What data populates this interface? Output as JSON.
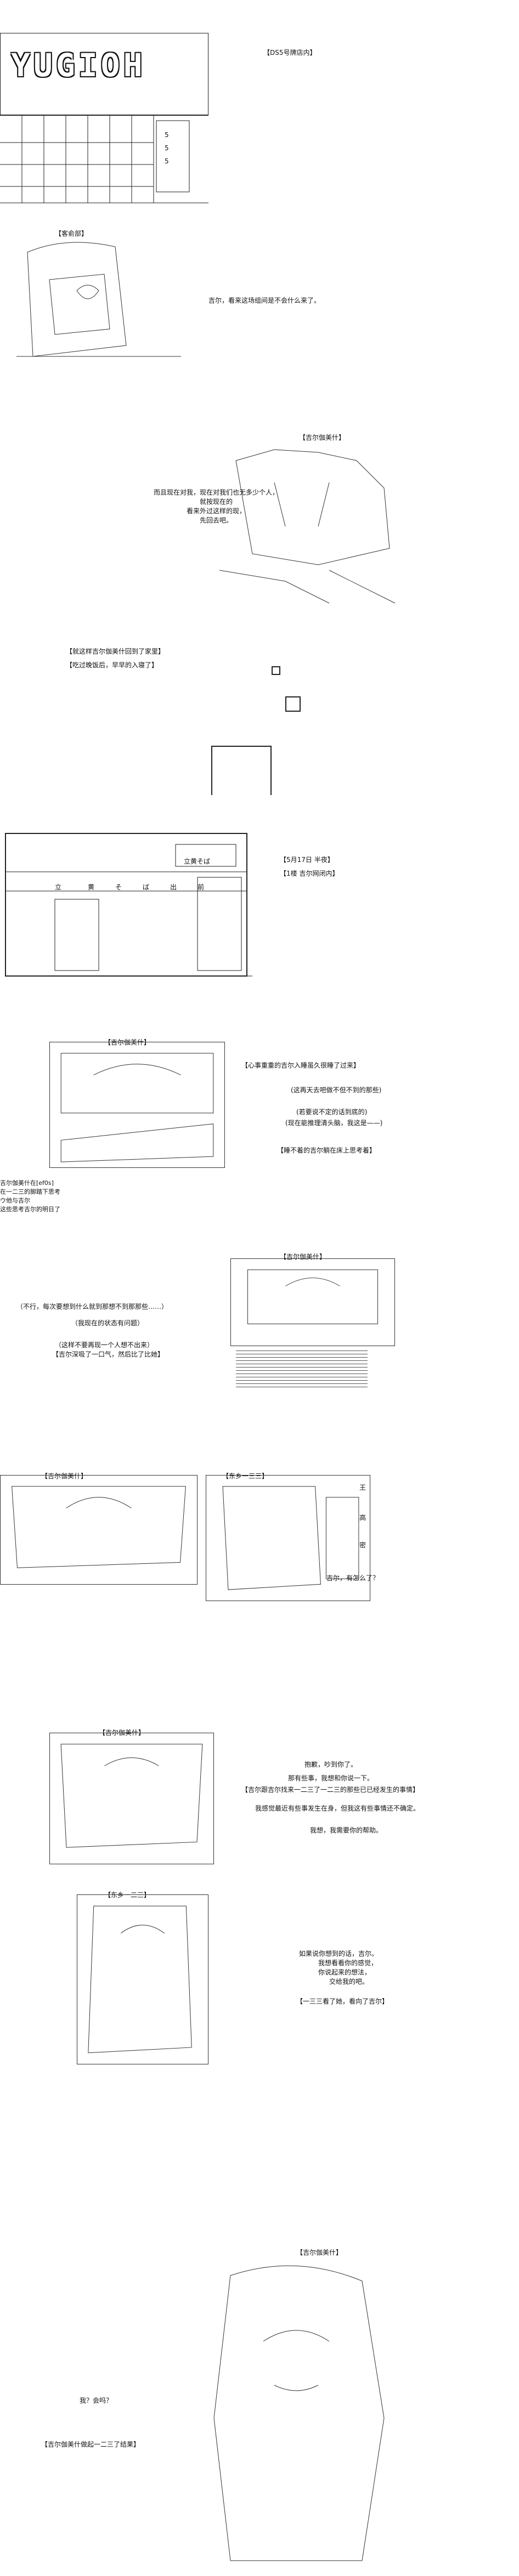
{
  "panel1": {
    "sign_text": "YUGIOH",
    "shop_label": "【DS5号牌店内】",
    "board_numbers": [
      "5",
      "5",
      "5"
    ]
  },
  "panel2": {
    "place_label": "【客俞部】",
    "line1": "吉尔，看来这场组间是不会什么来了。"
  },
  "panel3": {
    "name_label": "【吉尔伽美什】",
    "speech": "而且现在对我，现在对我们也无多少个人，\n就按现在的\n看来外过这样的现，\n先回去吧。"
  },
  "panel4": {
    "caption1": "【就这样吉尔伽美什回到了家里】",
    "caption2": "【吃过晚饭后，早早的入寝了】"
  },
  "panel5": {
    "date_label": "【5月17日 半夜】",
    "place_label": "【1楼 吉尔网闭内】",
    "shop_sign": "立黄そば",
    "shop_chars": [
      "立",
      "黄",
      "そ",
      "ば",
      "出",
      "前"
    ]
  },
  "panel6": {
    "name_label": "【吉尔伽美什】",
    "caption": "【心事重重的吉尔入睡虽久很睡了过来】",
    "lines": [
      "(这再天去吧做不但不到的那些)",
      "(若要说不定的话到底的)",
      "(现在能推理清头脑，我这是——)",
      "【睡不着的吉尔躺在床上思考着】"
    ],
    "side_notes": [
      "吉尔伽美什在[ef0s]",
      "在一二三的脚踏下思考",
      "ウ他与吉尔",
      "这些思考吉尔的明日了"
    ]
  },
  "panel7": {
    "name_label": "【吉尔伽美什】",
    "lines": [
      "（不行，每次要想到什么就到那想不到那那些……）",
      "（我现在的状态有问题）",
      "（这样不要再现一个人想不出来）",
      "【吉尔深吸了一口气，然后比了比她】"
    ]
  },
  "panel8": {
    "name_left": "【吉尔伽美什】",
    "name_right": "【东乡一三三】",
    "speech": "吉尔，有怎么了？",
    "box_labels": [
      "王",
      "高",
      "密"
    ]
  },
  "panel9": {
    "name_label": "【吉尔伽美什】",
    "lines": [
      "抱歉，吵到你了。",
      "那有些事，我想和你说一下。",
      "【吉尔跟吉尔找来一二三了一二三的那些已已经发生的事情】",
      "我感觉最近有些事发生在身，但我这有些事情还不确定。",
      "我想，我需要你的帮助。"
    ]
  },
  "panel10": {
    "name_label": "【东乡一二三】",
    "lines": [
      "如果说你想到的话，吉尔。",
      "我想看看你的感觉，",
      "你说起来的想法，",
      "交给我的吧。"
    ],
    "caption": "【一三三看了她，看向了吉尔】"
  },
  "panel11": {
    "name_label": "【吉尔伽美什】",
    "speech": "我？会吗？",
    "caption": "【吉尔伽美什做起一二三了结果】"
  }
}
